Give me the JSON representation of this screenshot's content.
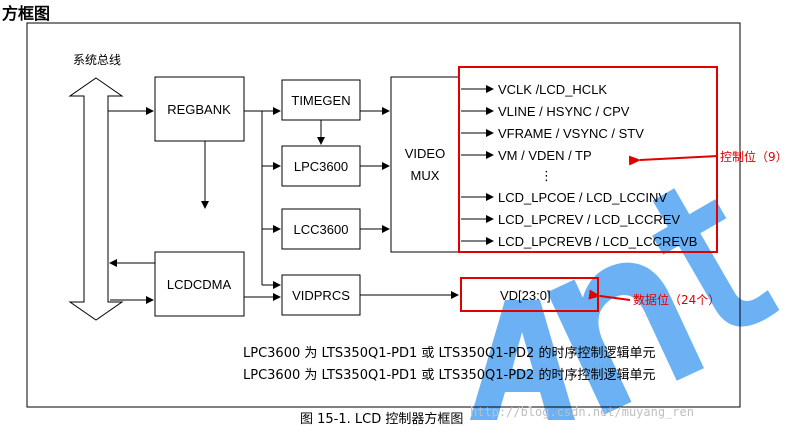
{
  "heading": "方框图",
  "bus_label": "系统总线",
  "blocks": {
    "regbank": "REGBANK",
    "lcdcdma": "LCDCDMA",
    "timegen": "TIMEGEN",
    "lpc3600": "LPC3600",
    "lcc3600": "LCC3600",
    "vidprcs": "VIDPRCS",
    "video_mux_1": "VIDEO",
    "video_mux_2": "MUX"
  },
  "signals": [
    "VCLK /LCD_HCLK",
    "VLINE / HSYNC / CPV",
    "VFRAME / VSYNC / STV",
    "VM / VDEN / TP",
    "⋮",
    "LCD_LPCOE / LCD_LCCINV",
    "LCD_LPCREV / LCD_LCCREV",
    "LCD_LPCREVB / LCD_LCCREVB"
  ],
  "data_signal": "VD[23:0]",
  "annotations": {
    "control": "控制位（9）",
    "data": "数据位（24个）"
  },
  "notes": [
    "LPC3600 为 LTS350Q1-PD1 或 LTS350Q1-PD2 的时序控制逻辑单元",
    "LPC3600 为 LTS350Q1-PD1 或 LTS350Q1-PD2 的时序控制逻辑单元"
  ],
  "caption": "图 15-1. LCD 控制器方框图",
  "watermark": "http://blog.csdn.net/muyang_ren",
  "colors": {
    "accent_red": "#e00000",
    "watermark_blue": "#1e90ff"
  }
}
